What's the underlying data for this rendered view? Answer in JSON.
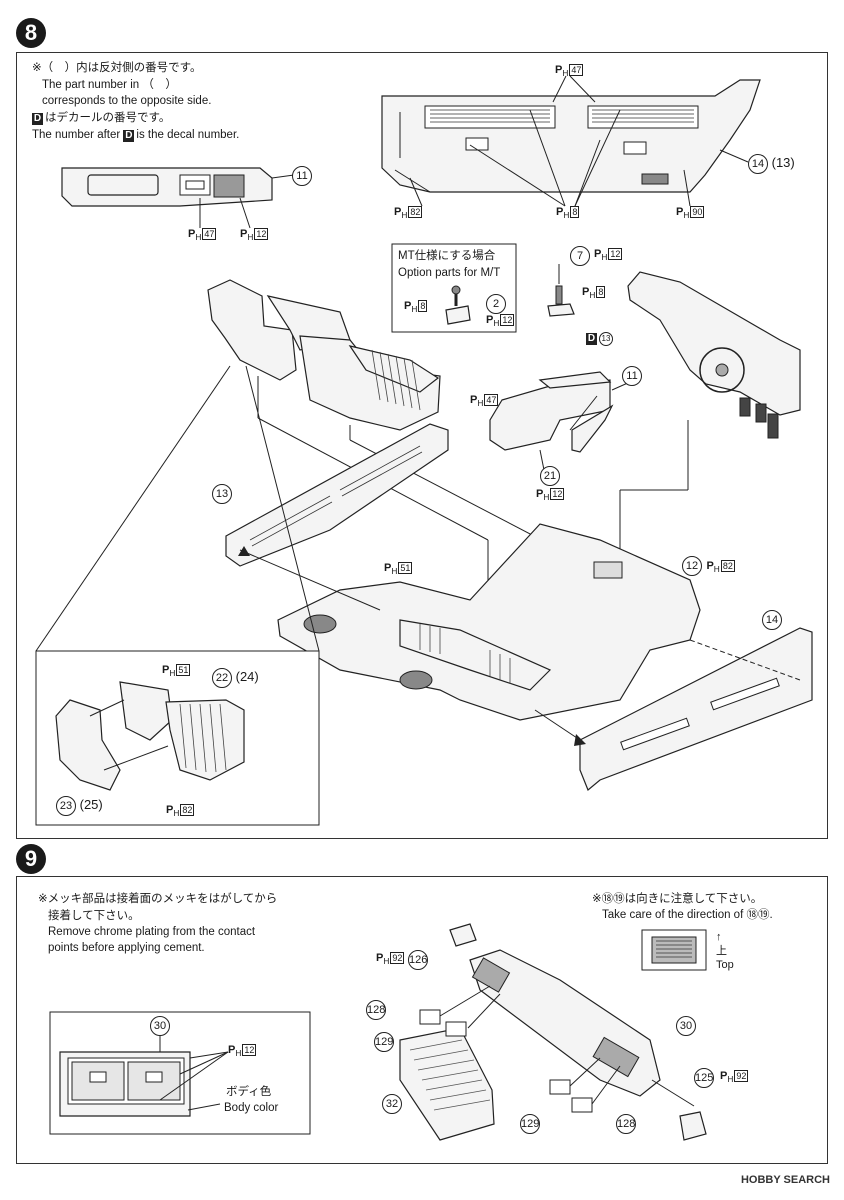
{
  "step8": {
    "number": "8",
    "note_jp_1": "※（　）内は反対側の番号です。",
    "note_en_1a": "The part number in （　）",
    "note_en_1b": "corresponds to the opposite side.",
    "note_jp_2": "はデカールの番号です。",
    "note_en_2a": "The number after",
    "note_en_2b": "is the decal number.",
    "decal_letter": "D",
    "mt_jp": "MT仕様にする場合",
    "mt_en": "Option parts for M/T",
    "parts": {
      "p11": "11",
      "p7": "7",
      "p2": "2",
      "p21": "21",
      "p13": "13",
      "p12": "12",
      "p14": "14",
      "p14pair": "(13)",
      "p22": "22",
      "p22pair": "(24)",
      "p23": "23",
      "p23pair": "(25)",
      "d13": "13"
    },
    "paint": {
      "prefix": "P",
      "sub": "H",
      "c47": "47",
      "c12": "12",
      "c82": "82",
      "c8": "8",
      "c90": "90",
      "c51": "51"
    }
  },
  "step9": {
    "number": "9",
    "note_jp_1": "※メッキ部品は接着面のメッキをはがしてから",
    "note_jp_2": "接着して下さい。",
    "note_en_1": "Remove chrome plating from the contact",
    "note_en_2": "points before applying cement.",
    "dir_jp": "※⑱⑲は向きに注意して下さい。",
    "dir_en": "Take care of the direction of ⑱⑲.",
    "top_jp": "上",
    "top_en": "Top",
    "body_jp": "ボディ色",
    "body_en": "Body color",
    "parts": {
      "p30": "30",
      "p32": "32",
      "p126": "126",
      "p125": "125",
      "p128": "128",
      "p129": "129"
    },
    "paint": {
      "c12": "12",
      "c92": "92"
    }
  },
  "watermark": "HOBBY SEARCH"
}
